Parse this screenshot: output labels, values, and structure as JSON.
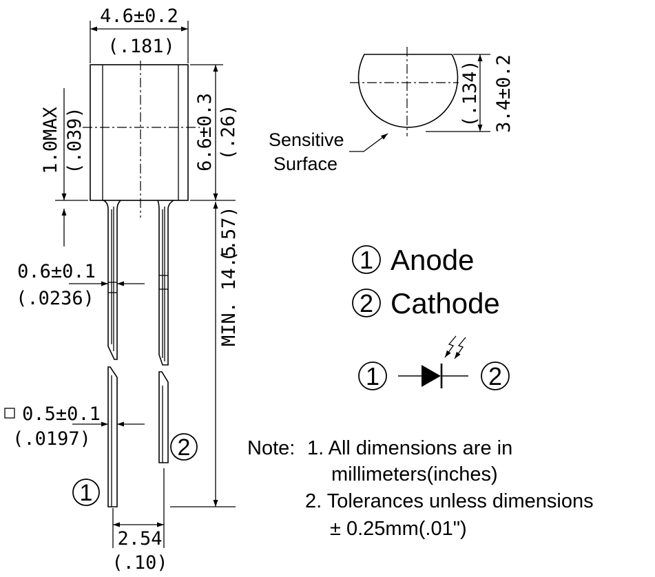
{
  "dimensions": {
    "body_width": {
      "mm": "4.6±0.2",
      "inch": "(.181)"
    },
    "body_height": {
      "mm": "6.6±0.3",
      "inch": "(.26)"
    },
    "flange_offset": {
      "mm": "1.0MAX",
      "inch": "(.039)"
    },
    "lead_length": {
      "mm": "MIN. 14.5",
      "inch": "(.57)"
    },
    "lead_width": {
      "mm": "0.6±0.1",
      "inch": "(.0236)"
    },
    "lead_square": {
      "symbol": "□",
      "mm": "0.5±0.1",
      "inch": "(.0197)"
    },
    "lead_spacing": {
      "mm": "2.54",
      "inch": "(.10)"
    },
    "lens_height": {
      "mm": "3.4±0.2",
      "inch": "(.134)"
    }
  },
  "top_view": {
    "sensitive_line1": "Sensitive",
    "sensitive_line2": "Surface"
  },
  "pins": {
    "pin1_marker": "1",
    "pin2_marker": "2",
    "pin1_name": "Anode",
    "pin2_name": "Cathode"
  },
  "notes": {
    "prefix": "Note:",
    "item1_line1": "1. All dimensions are in",
    "item1_line2": "millimeters(inches)",
    "item2_line1": "2. Tolerances unless dimensions",
    "item2_line2": "± 0.25mm(.01\")"
  }
}
